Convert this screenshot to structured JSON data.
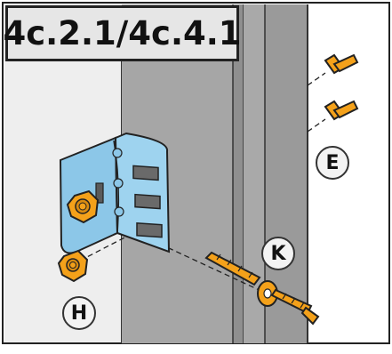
{
  "title": "4c.2.1/4c.4.1",
  "labels": {
    "e": "E",
    "k": "K",
    "h": "H"
  },
  "colors": {
    "title_bg": "#e6e6e6",
    "panel_light": "#eeeeee",
    "post_mid": "#a6a6a6",
    "post_dark": "#8d8d8d",
    "bracket": "#8cc7e8",
    "hardware_orange": "#f4a11a",
    "outline": "#222222"
  },
  "icons": [
    "bolt-icon",
    "flange-nut-icon",
    "screw-icon",
    "washer-icon",
    "wall-plug-icon",
    "bracket-icon"
  ]
}
